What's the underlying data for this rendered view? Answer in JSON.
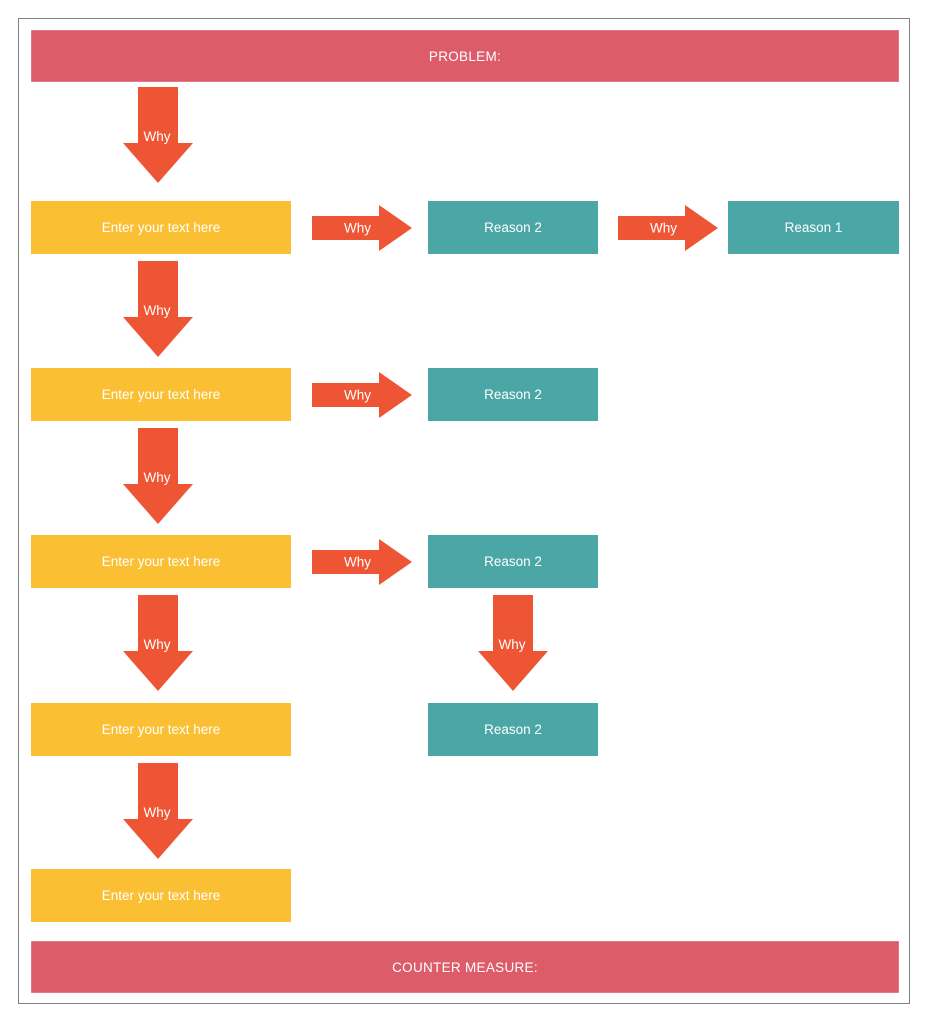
{
  "diagram": {
    "type": "5-whys-root-cause-analysis",
    "colors": {
      "problem_bar": "#dd5c6a",
      "counter_measure_bar": "#dd5c6a",
      "cause_box": "#fbbf33",
      "reason_box": "#4ba7a6",
      "arrow": "#ee5534",
      "frame_border": "#808080",
      "text": "#ffffff",
      "background": "#ffffff"
    },
    "header": {
      "label": "PROBLEM:"
    },
    "footer": {
      "label": "COUNTER MEASURE:"
    },
    "arrow_label": "Why",
    "chain": [
      {
        "row": 1,
        "cause": "Enter your text here",
        "down_arrow_label": "Why",
        "branch": [
          {
            "right_arrow_label": "Why",
            "reason": "Reason 2"
          },
          {
            "right_arrow_label": "Why",
            "reason": "Reason 1"
          }
        ]
      },
      {
        "row": 2,
        "cause": "Enter your text here",
        "down_arrow_label": "Why",
        "branch": [
          {
            "right_arrow_label": "Why",
            "reason": "Reason 2"
          }
        ]
      },
      {
        "row": 3,
        "cause": "Enter your text here",
        "down_arrow_label": "Why",
        "branch": [
          {
            "right_arrow_label": "Why",
            "reason": "Reason 2"
          }
        ],
        "sub_branch": {
          "down_arrow_label": "Why",
          "reason": "Reason 2"
        }
      },
      {
        "row": 4,
        "cause": "Enter your text here",
        "down_arrow_label": "Why"
      },
      {
        "row": 5,
        "cause": "Enter your text here"
      }
    ],
    "labels": {
      "cause_1": "Enter your text here",
      "cause_2": "Enter your text here",
      "cause_3": "Enter your text here",
      "cause_4": "Enter your text here",
      "cause_5": "Enter your text here",
      "reason_r1_a": "Reason 2",
      "reason_r1_b": "Reason 1",
      "reason_r2": "Reason 2",
      "reason_r3": "Reason 2",
      "reason_r3_sub": "Reason 2",
      "why_v0": "Why",
      "why_v1": "Why",
      "why_v2": "Why",
      "why_v3": "Why",
      "why_v4": "Why",
      "why_h1a": "Why",
      "why_h1b": "Why",
      "why_h2": "Why",
      "why_h3": "Why",
      "why_sub": "Why"
    }
  }
}
